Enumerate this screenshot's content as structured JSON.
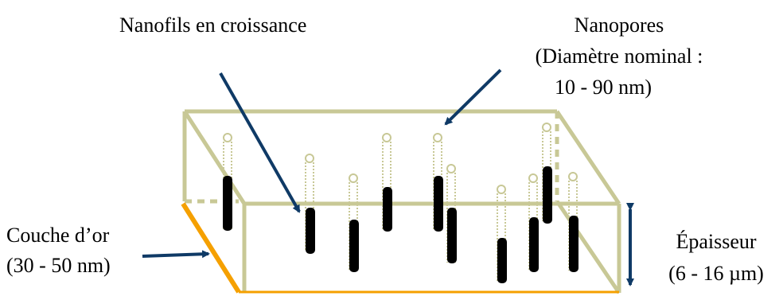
{
  "labels": {
    "growing_nanowires": "Nanofils en croissance",
    "nanopores_title": "Nanopores",
    "nanopores_diameter": "(Diamètre nominal :",
    "nanopores_range": "10 - 90 nm)",
    "gold_layer_title": "Couche d’or",
    "gold_layer_range": "(30 - 50 nm)",
    "thickness_title": "Épaisseur",
    "thickness_range": "(6 - 16 µm)"
  },
  "colors": {
    "membrane": "#c8c896",
    "gold": "#f5a000",
    "arrow": "#0f3a66",
    "wire": "#000000"
  }
}
